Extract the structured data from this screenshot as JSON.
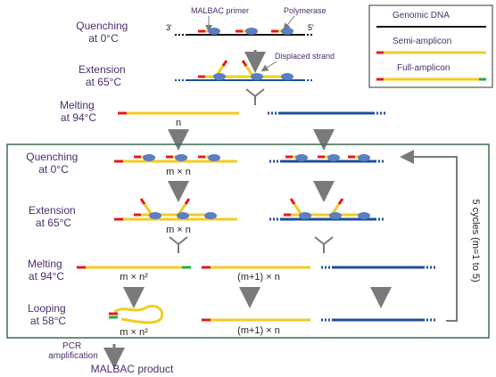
{
  "colors": {
    "step_label": "#4a2f6b",
    "genomic": "#111111",
    "semi": "#f2cc1f",
    "full_left": "#e31b1b",
    "full_right": "#2aa84a",
    "copy_strand": "#1f4f9c",
    "polymerase": "#5b7fc2",
    "arrow": "#7a7a7a",
    "frame": "#3d6b4f"
  },
  "top": {
    "quenching": [
      "Quenching",
      "at 0°C"
    ],
    "extension": [
      "Extension",
      "at 65°C"
    ],
    "melting": [
      "Melting",
      "at 94°C"
    ],
    "primer_label": "MALBAC primer",
    "polymerase_label": "Polymerase",
    "end3": "3'",
    "end5": "5'",
    "displaced_label": "Displaced strand",
    "n_label": "n"
  },
  "legend": {
    "items": [
      {
        "label": "Genomic DNA",
        "icon": "genomic-dna-line"
      },
      {
        "label": "Semi-amplicon",
        "icon": "semi-amplicon-line"
      },
      {
        "label": "Full-amplicon",
        "icon": "full-amplicon-line"
      }
    ]
  },
  "cycle": {
    "quenching": [
      "Quenching",
      "at 0°C"
    ],
    "extension": [
      "Extension",
      "at 65°C"
    ],
    "melting": [
      "Melting",
      "at 94°C"
    ],
    "looping": [
      "Looping",
      "at 58°C"
    ],
    "mxn_1": "m × n",
    "mxn_2": "m × n",
    "mxn2_melt": "m × n²",
    "m1n_melt": "(m+1) × n",
    "mxn2_loop": "m × n²",
    "m1n_loop": "(m+1) × n",
    "cycles_label": "5 cycles (m=1 to 5)"
  },
  "bottom": {
    "pcr": [
      "PCR",
      "amplification"
    ],
    "product": "MALBAC product"
  }
}
